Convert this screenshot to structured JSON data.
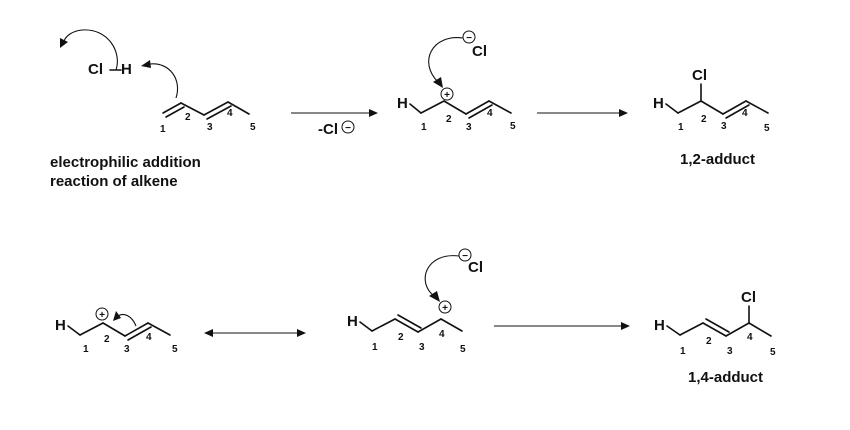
{
  "atoms": {
    "cl": "Cl",
    "h": "H",
    "cl_minus": "-Cl"
  },
  "charges": {
    "plus": "+",
    "minus": "−"
  },
  "positions": [
    "1",
    "2",
    "3",
    "4",
    "5"
  ],
  "captions": {
    "reaction_line1": "electrophilic addition",
    "reaction_line2": "reaction of alkene",
    "adduct_12": "1,2-adduct",
    "adduct_14": "1,4-adduct"
  },
  "colors": {
    "ink": "#111111",
    "background": "#ffffff"
  }
}
